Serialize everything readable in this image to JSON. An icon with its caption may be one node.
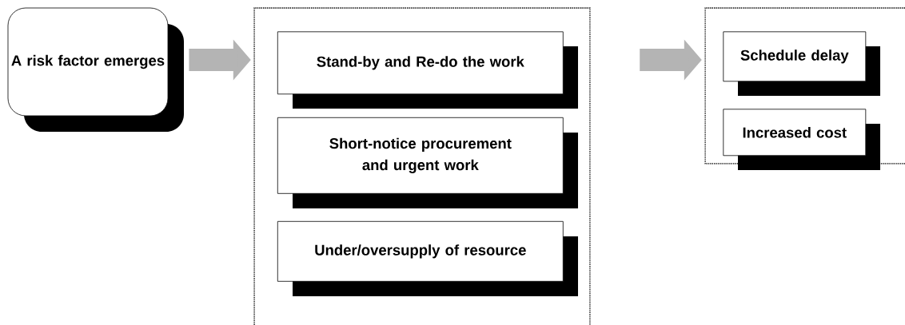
{
  "diagram": {
    "nodes": [
      {
        "text": [
          "A risk factor emerges"
        ]
      },
      {
        "text": [],
        "shape": "box"
      },
      {
        "text": [
          "Stand-by and Re-do the work"
        ],
        "in": 1
      },
      {
        "text": [
          "Short-notice procurement and urgent work"
        ],
        "in": 1
      },
      {
        "text": [
          "Under/oversupply of resource"
        ],
        "in": 1
      },
      {
        "text": [],
        "shape": "box"
      },
      {
        "text": [
          "Schedule delay"
        ],
        "in": 5
      },
      {
        "text": [
          "Increased cost"
        ],
        "in": 5
      }
    ],
    "edges": [
      {
        "from": 0,
        "to": 1,
        "arrow": "to"
      },
      {
        "from": 1,
        "to": 5,
        "arrow": "to"
      }
    ]
  }
}
